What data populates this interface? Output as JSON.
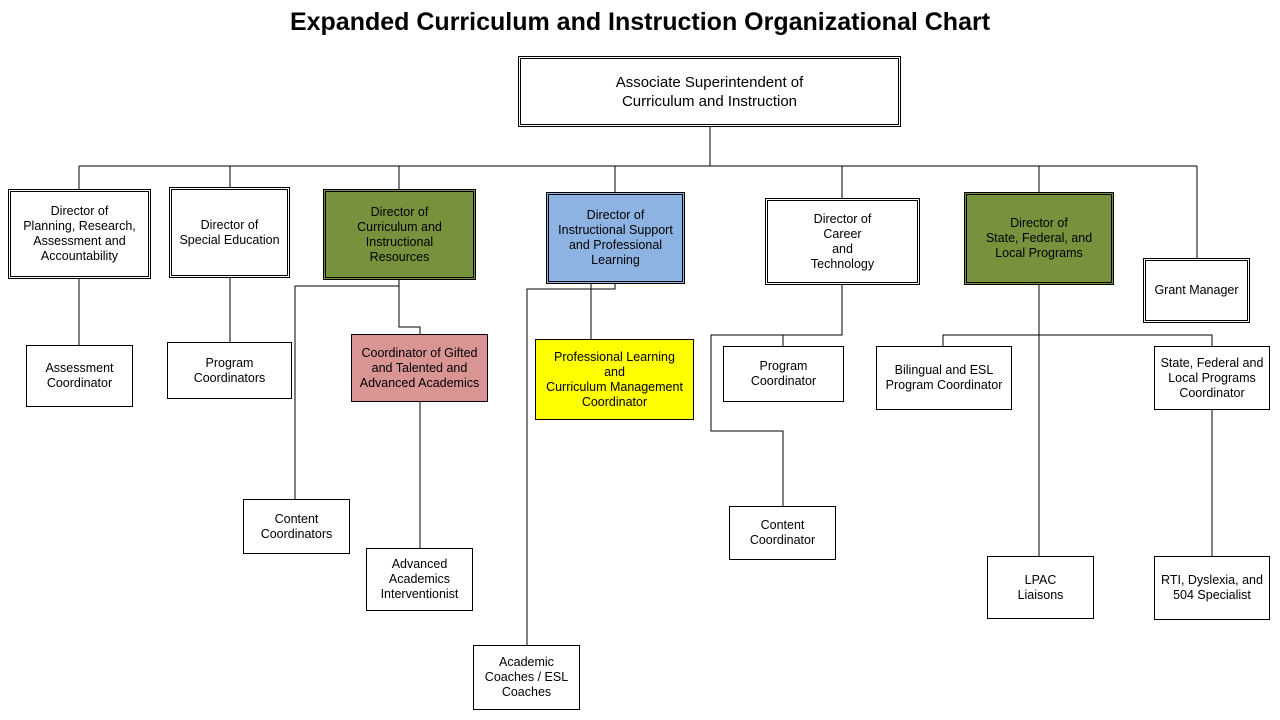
{
  "title": "Expanded Curriculum and Instruction Organizational Chart",
  "colors": {
    "green": "#76923c",
    "blue": "#8db3e2",
    "pink": "#d99594",
    "yellow": "#ffff00",
    "line": "#000000"
  },
  "nodes": {
    "associate_superintendent": "Associate Superintendent of\nCurriculum and Instruction",
    "dir_planning": "Director of\nPlanning, Research,\nAssessment and\nAccountability",
    "dir_special_ed": "Director of\nSpecial Education",
    "dir_curriculum": "Director of\nCurriculum and\nInstructional\nResources",
    "dir_instructional_support": "Director of\nInstructional Support\nand Professional\nLearning",
    "dir_career": "Director of\nCareer\nand\nTechnology",
    "dir_state_federal": "Director of\nState, Federal, and\nLocal Programs",
    "grant_manager": "Grant Manager",
    "assessment_coordinator": "Assessment\nCoordinator",
    "program_coordinators": "Program\nCoordinators",
    "coordinator_gifted": "Coordinator of Gifted\nand Talented and\nAdvanced Academics",
    "content_coordinators": "Content\nCoordinators",
    "advanced_academics_interventionist": "Advanced\nAcademics\nInterventionist",
    "professional_learning_coordinator": "Professional Learning\nand\nCurriculum Management\nCoordinator",
    "academic_coaches": "Academic\nCoaches / ESL\nCoaches",
    "career_program_coordinator": "Program\nCoordinator",
    "career_content_coordinator": "Content\nCoordinator",
    "bilingual_esl_coordinator": "Bilingual and ESL\nProgram Coordinator",
    "lpac_liaisons": "LPAC\nLiaisons",
    "state_federal_coordinator": "State, Federal and\nLocal Programs\nCoordinator",
    "rti_specialist": "RTI, Dyslexia, and\n504 Specialist"
  }
}
